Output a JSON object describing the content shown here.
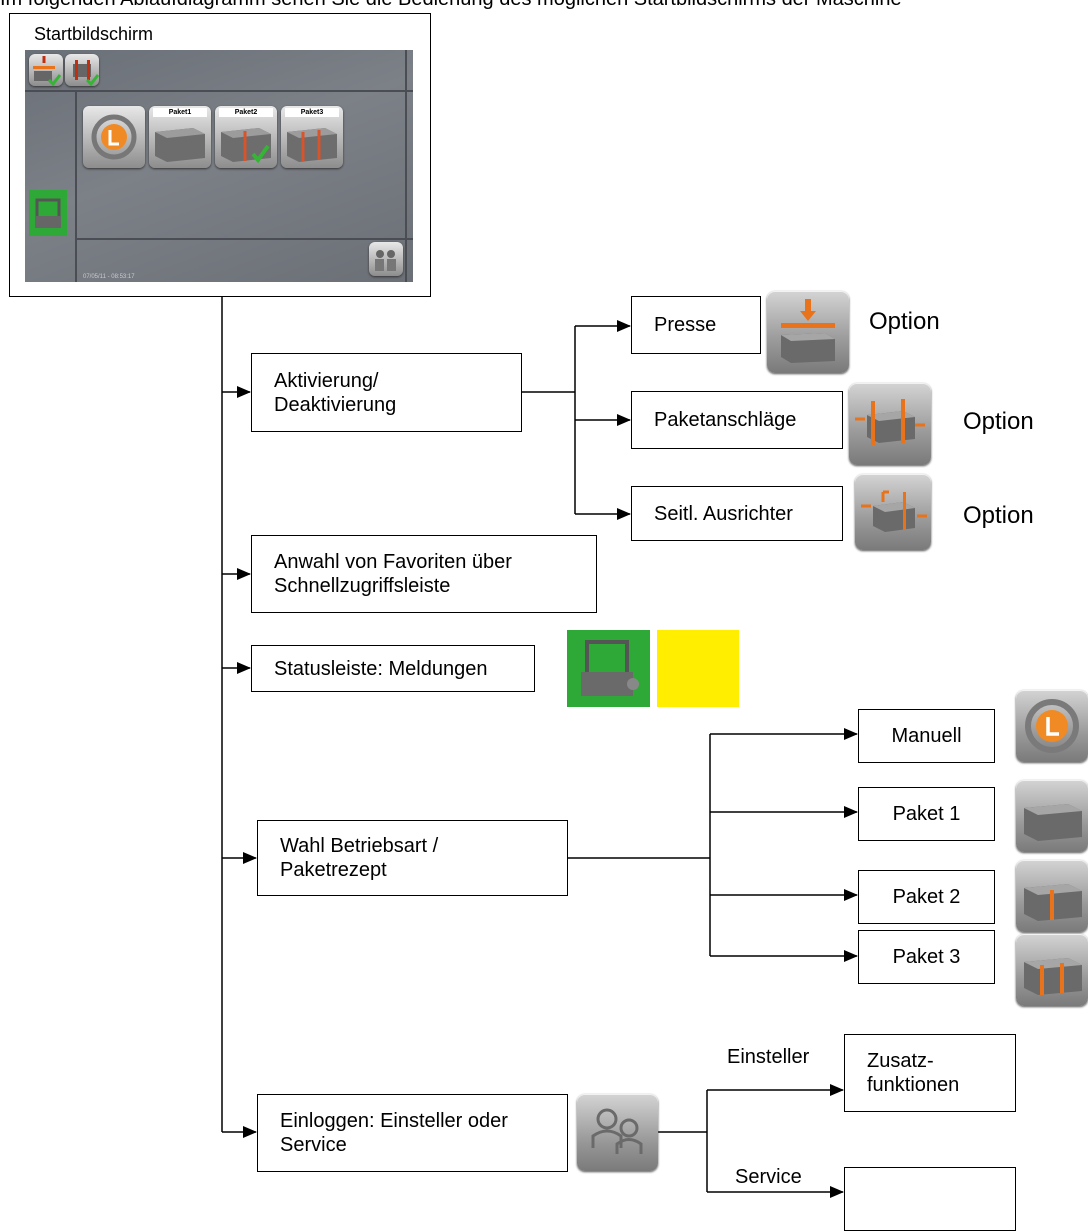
{
  "header_cut_text": "Im folgenden Ablaufdiagramm sehen Sie die Bedienung des möglichen Startbildschirms der Maschine",
  "start_screen": {
    "title": "Startbildschirm",
    "tiles": [
      "Paket1",
      "Paket2",
      "Paket3"
    ],
    "timestamp": "07/05/11 - 08:53:17"
  },
  "nodes": {
    "aktivierung": "Aktivierung/ Deaktivierung",
    "presse": "Presse",
    "paketanschlaege": "Paketanschläge",
    "seitl_ausrichter": "Seitl. Ausrichter",
    "option": "Option",
    "favoriten": "Anwahl von Favoriten über Schnellzugriffsleiste",
    "statusleiste": "Statusleiste: Meldungen",
    "betriebsart": "Wahl Betriebsart / Paketrezept",
    "manuell": "Manuell",
    "paket1": "Paket 1",
    "paket2": "Paket 2",
    "paket3": "Paket 3",
    "einloggen": "Einloggen: Einsteller oder Service",
    "einsteller_label": "Einsteller",
    "service_label": "Service",
    "zusatzfunktionen": "Zusatz- funktionen",
    "service_box": ""
  },
  "colors": {
    "status_green": "#2ea836",
    "status_yellow": "#ffee00",
    "accent_orange": "#e8731a",
    "check_green": "#36b436"
  },
  "icons": {
    "presse": "press-icon",
    "paketanschlaege": "package-stops-icon",
    "seitl_ausrichter": "side-aligner-icon",
    "status_green": "machine-status-icon",
    "manuell": "manual-mode-icon",
    "paket": "package-icon",
    "login": "users-login-icon"
  }
}
